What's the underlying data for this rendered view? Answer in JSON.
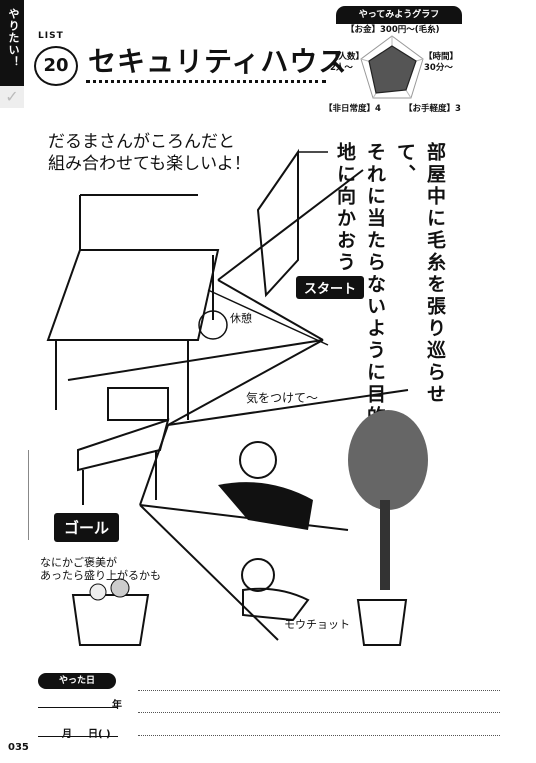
{
  "side_tab": {
    "label": "やりたい！",
    "check": "✓"
  },
  "list": {
    "label": "LIST",
    "number": "20"
  },
  "title": "セキュリティハウス",
  "radar": {
    "header": "やってみようグラフ",
    "money": "【お金】300円〜(毛糸)",
    "people_label": "【人数】",
    "people_value": "2人〜",
    "time_label": "【時間】",
    "time_value": "30分〜",
    "unusual": "【非日常度】4",
    "ease": "【お手軽度】3"
  },
  "main_text": [
    "部屋中に毛糸を張り巡らせて、",
    "それに当たらないように目的地に向かおう"
  ],
  "memo_top": [
    "だるまさんがころんだと",
    "組み合わせても楽しいよ！"
  ],
  "start": "スタート",
  "goal": "ゴール",
  "note_rest": "休憩",
  "note_careful": "気をつけて〜",
  "note_snack": [
    "なにかご褒美が",
    "あったら盛り上がるかも"
  ],
  "note_mouchotto": "モウチョット",
  "done_date": {
    "label": "やった日",
    "year": "年",
    "month": "月",
    "day": "日( )"
  },
  "page_number": "035"
}
